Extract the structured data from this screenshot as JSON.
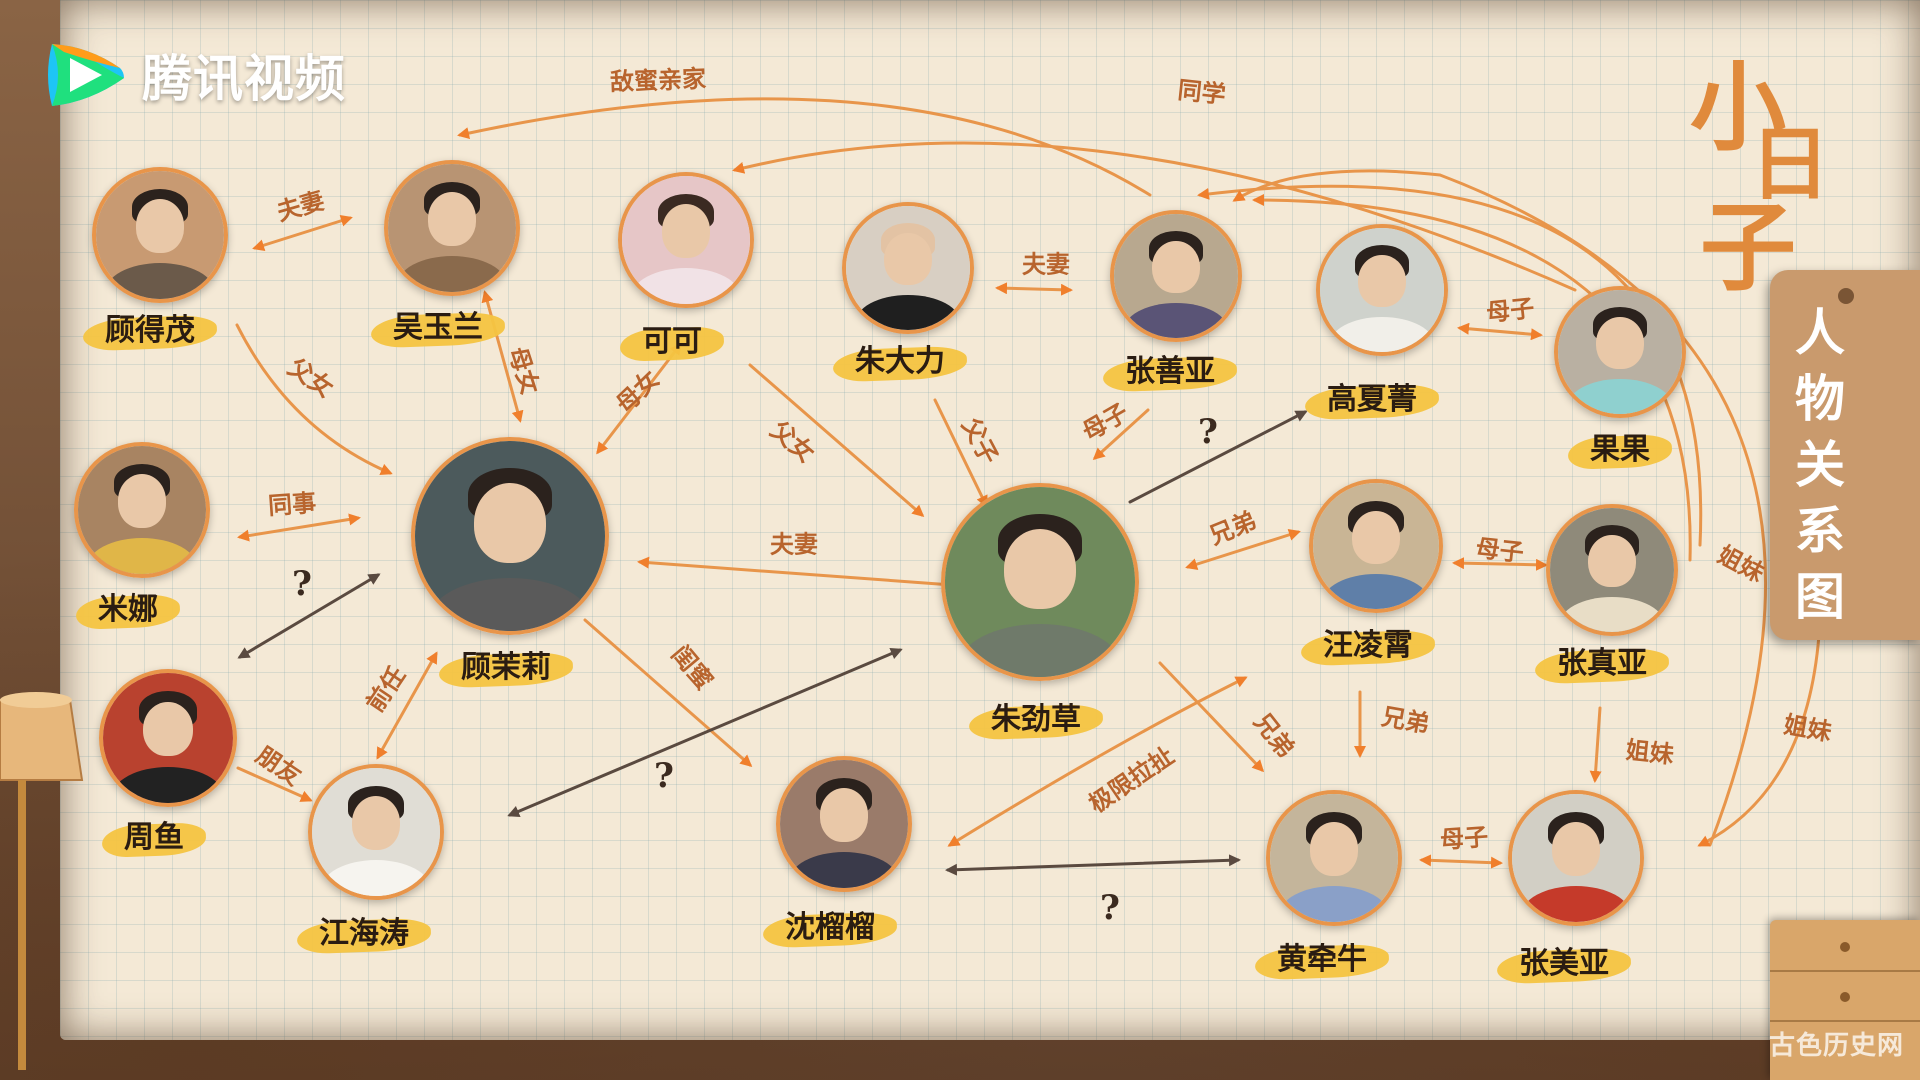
{
  "app": {
    "logo_text": "腾讯视频",
    "title": "小日子",
    "tag": "人物关系图",
    "watermark": "古色历史网"
  },
  "colors": {
    "paper": "#f4e9d6",
    "accent": "#e8954a",
    "label_highlight": "#f4c441",
    "relation_text": "#b8642d",
    "unknown_arrow": "#5a4a40"
  },
  "people": [
    {
      "id": "gudemao",
      "name": "顾得茂"
    },
    {
      "id": "wuyulan",
      "name": "吴玉兰"
    },
    {
      "id": "keke",
      "name": "可可"
    },
    {
      "id": "zhudali",
      "name": "朱大力"
    },
    {
      "id": "zhangshanya",
      "name": "张善亚"
    },
    {
      "id": "gaoxiajing",
      "name": "高夏菁"
    },
    {
      "id": "guoguo",
      "name": "果果"
    },
    {
      "id": "mina",
      "name": "米娜"
    },
    {
      "id": "gumoli",
      "name": "顾茉莉"
    },
    {
      "id": "zhujincao",
      "name": "朱劲草"
    },
    {
      "id": "wanglingxiao",
      "name": "汪凌霄"
    },
    {
      "id": "zhangzhenya",
      "name": "张真亚"
    },
    {
      "id": "zhouyu",
      "name": "周鱼"
    },
    {
      "id": "jianghaitao",
      "name": "江海涛"
    },
    {
      "id": "shenliuliu",
      "name": "沈榴榴"
    },
    {
      "id": "huangqianniu",
      "name": "黄牵牛"
    },
    {
      "id": "zhangmeiya",
      "name": "张美亚"
    }
  ],
  "relations": [
    {
      "label": "敌蜜亲家"
    },
    {
      "label": "同学"
    },
    {
      "label": "夫妻"
    },
    {
      "label": "夫妻"
    },
    {
      "label": "父女"
    },
    {
      "label": "母女"
    },
    {
      "label": "母女"
    },
    {
      "label": "父女"
    },
    {
      "label": "父子"
    },
    {
      "label": "母子"
    },
    {
      "label": "母子"
    },
    {
      "label": "同事"
    },
    {
      "label": "夫妻"
    },
    {
      "label": "兄弟"
    },
    {
      "label": "母子"
    },
    {
      "label": "姐妹"
    },
    {
      "label": "前任"
    },
    {
      "label": "朋友"
    },
    {
      "label": "闺蜜"
    },
    {
      "label": "极限拉扯"
    },
    {
      "label": "兄弟"
    },
    {
      "label": "兄弟"
    },
    {
      "label": "姐妹"
    },
    {
      "label": "姐妹"
    },
    {
      "label": "母子"
    }
  ],
  "unknown_marks": [
    "?",
    "?",
    "?",
    "?"
  ]
}
